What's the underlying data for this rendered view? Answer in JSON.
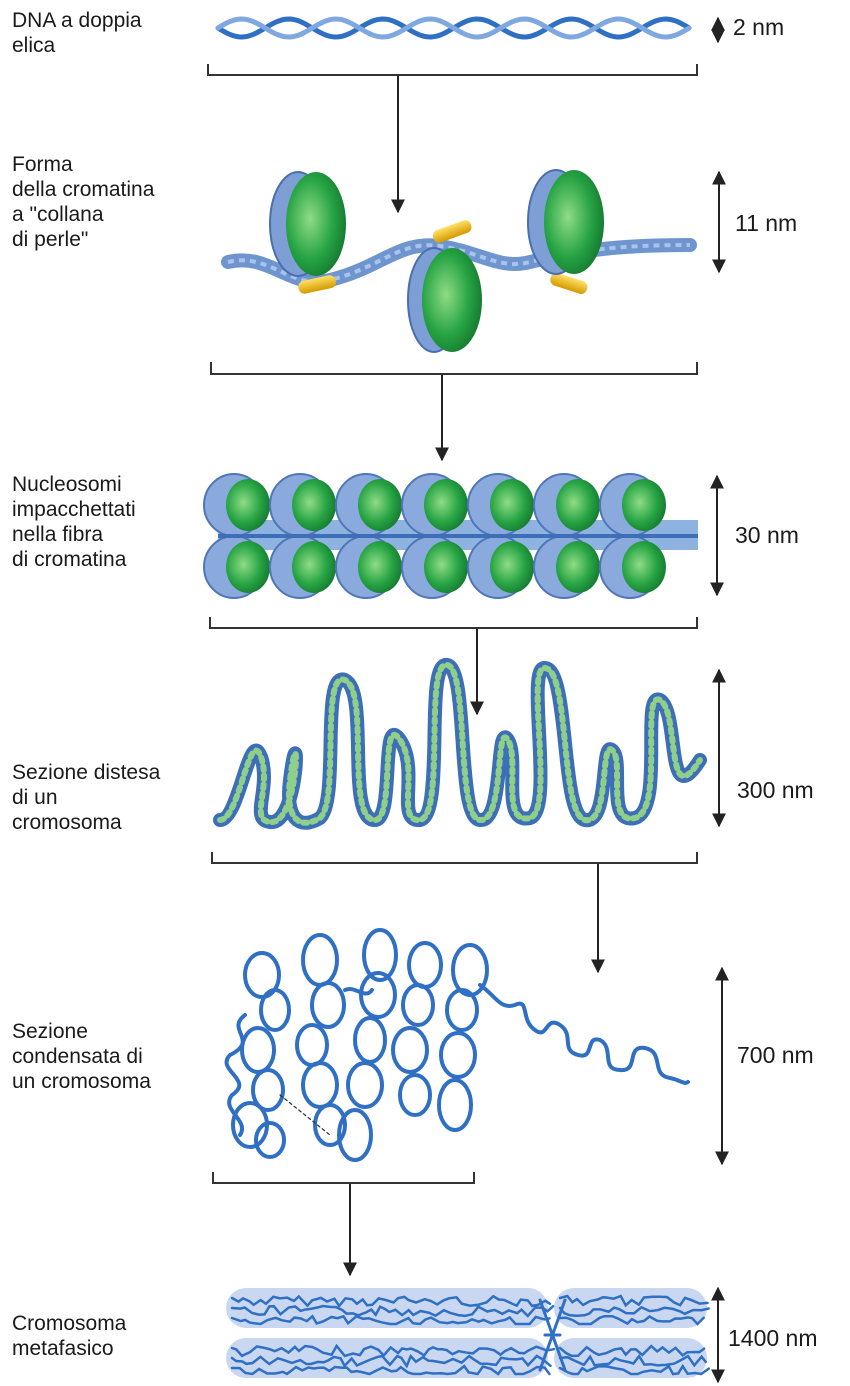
{
  "levels": [
    {
      "label_lines": [
        "DNA a doppia",
        "elica"
      ],
      "size": "2 nm"
    },
    {
      "label_lines": [
        "Forma",
        "della cromatina",
        "a \"collana",
        "di perle\""
      ],
      "size": "11 nm"
    },
    {
      "label_lines": [
        "Nucleosomi",
        "impacchettati",
        "nella fibra",
        "di cromatina"
      ],
      "size": "30 nm"
    },
    {
      "label_lines": [
        "Sezione distesa",
        "di un",
        "cromosoma"
      ],
      "size": "300 nm"
    },
    {
      "label_lines": [
        "Sezione",
        "condensata di",
        "un cromosoma"
      ],
      "size": "700 nm"
    },
    {
      "label_lines": [
        "Cromosoma",
        "metafasico"
      ],
      "size": "1400 nm"
    }
  ],
  "colors": {
    "dna_blue": "#2f6fc4",
    "dna_light": "#8fb3e0",
    "histone_green": "#1f9a3f",
    "linker_yellow": "#e8b600",
    "line": "#333333"
  }
}
